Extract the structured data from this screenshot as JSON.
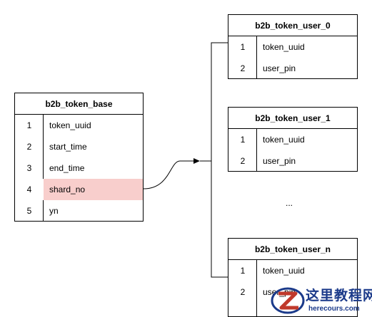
{
  "base_table": {
    "title": "b2b_token_base",
    "rows": [
      {
        "num": "1",
        "name": "token_uuid"
      },
      {
        "num": "2",
        "name": "start_time"
      },
      {
        "num": "3",
        "name": "end_time"
      },
      {
        "num": "4",
        "name": "shard_no"
      },
      {
        "num": "5",
        "name": "yn"
      }
    ]
  },
  "user_table_0": {
    "title": "b2b_token_user_0",
    "rows": [
      {
        "num": "1",
        "name": "token_uuid"
      },
      {
        "num": "2",
        "name": "user_pin"
      }
    ]
  },
  "user_table_1": {
    "title": "b2b_token_user_1",
    "rows": [
      {
        "num": "1",
        "name": "token_uuid"
      },
      {
        "num": "2",
        "name": "user_pin"
      }
    ]
  },
  "ellipsis": "...",
  "user_table_n": {
    "title": "b2b_token_user_n",
    "rows": [
      {
        "num": "1",
        "name": "token_uuid"
      },
      {
        "num": "2",
        "name": "user_pin"
      }
    ]
  },
  "watermark": {
    "cn": "这里教程网",
    "en": "herecours.com"
  },
  "colors": {
    "highlight_row": "#f8cecc",
    "watermark": "#1b3a8a"
  }
}
